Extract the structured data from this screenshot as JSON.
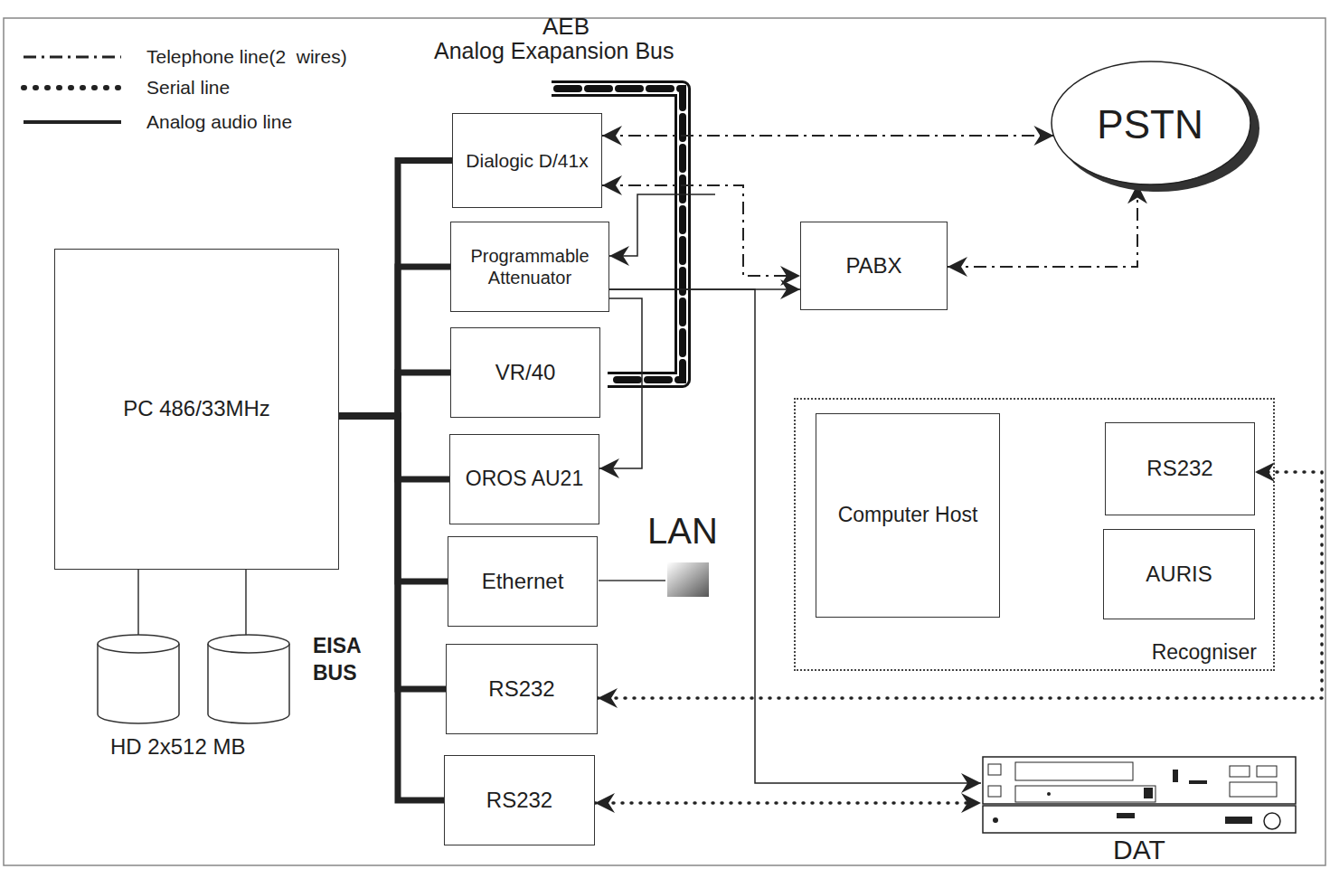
{
  "diagram": {
    "nodes": [
      {
        "text": [
          "PC 486/33MHz"
        ]
      },
      {
        "text": [
          "Dialogic D/41x"
        ]
      },
      {
        "text": [
          "Programmable Attenuator"
        ]
      },
      {
        "text": [
          "VR/40"
        ]
      },
      {
        "text": [
          "OROS AU21"
        ]
      },
      {
        "text": [
          "Ethernet"
        ]
      },
      {
        "text": [
          "RS232"
        ]
      },
      {
        "text": [
          "RS232"
        ]
      },
      {
        "text": [
          "PSTN"
        ]
      },
      {
        "text": [
          "PABX"
        ]
      },
      {
        "text": [
          "Recogniser"
        ]
      },
      {
        "text": [
          "Computer Host"
        ],
        "in": 10
      },
      {
        "text": [
          "RS232"
        ],
        "in": 10
      },
      {
        "text": [
          "AURIS"
        ],
        "in": 10
      },
      {
        "text": [
          "DAT"
        ]
      }
    ],
    "edges": [
      {
        "from": 0,
        "to": 1,
        "arrow": "none"
      },
      {
        "from": 0,
        "to": 2,
        "arrow": "none"
      },
      {
        "from": 0,
        "to": 3,
        "arrow": "none"
      },
      {
        "from": 0,
        "to": 4,
        "arrow": "none"
      },
      {
        "from": 0,
        "to": 5,
        "arrow": "none"
      },
      {
        "from": 0,
        "to": 6,
        "arrow": "none"
      },
      {
        "from": 0,
        "to": 7,
        "arrow": "none"
      },
      {
        "from": 1,
        "to": 8,
        "arrow": "both"
      },
      {
        "from": 1,
        "to": 9,
        "arrow": "both"
      },
      {
        "from": 9,
        "to": 8,
        "arrow": "both"
      },
      {
        "from": 1,
        "to": 2,
        "arrow": "to"
      },
      {
        "from": 2,
        "to": 9,
        "arrow": "to"
      },
      {
        "from": 2,
        "to": 14,
        "arrow": "to"
      },
      {
        "from": 2,
        "to": 4,
        "arrow": "to"
      },
      {
        "from": 6,
        "to": 12,
        "arrow": "both"
      },
      {
        "from": 7,
        "to": 14,
        "arrow": "both"
      }
    ],
    "labels": [
      "AEB",
      "Analog Exapansion Bus",
      "LAN",
      "EISA BUS",
      "HD 2x512 MB"
    ],
    "legend": [
      {
        "text": "Telephone line(2  wires)"
      },
      {
        "text": "Serial line"
      },
      {
        "text": "Analog audio line"
      }
    ]
  }
}
